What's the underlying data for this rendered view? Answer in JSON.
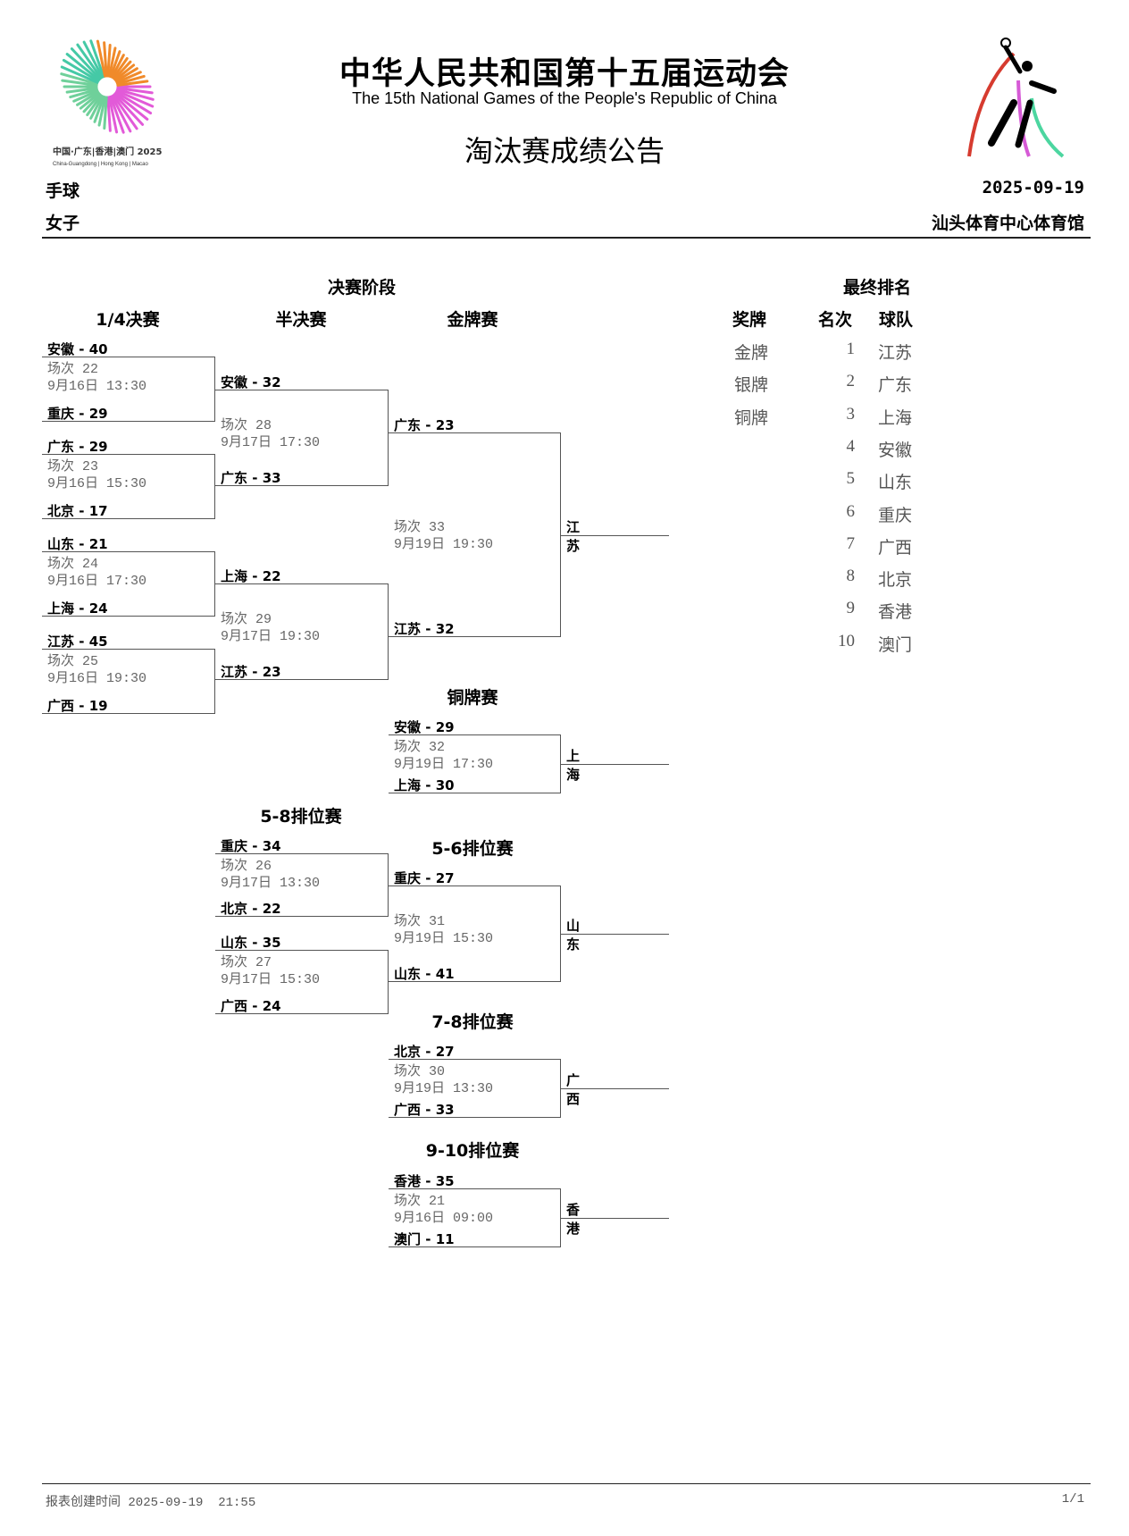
{
  "header": {
    "title_cn": "中华人民共和国第十五届运动会",
    "title_en": "The 15th National Games of the People's Republic of China",
    "doc_title": "淘汰赛成绩公告",
    "sport": "手球",
    "gender": "女子",
    "date": "2025-09-19",
    "venue": "汕头体育中心体育馆",
    "logo_text_cn": "中国·广东|香港|澳门 2025",
    "logo_text_en": "China-Guangdong | Hong Kong | Macao"
  },
  "sections": {
    "finals_stage": "决赛阶段",
    "quarterfinal": "1/4决赛",
    "semifinal": "半决赛",
    "gold": "金牌赛",
    "bronze": "铜牌赛",
    "place58": "5-8排位赛",
    "place56": "5-6排位赛",
    "place78": "7-8排位赛",
    "place910": "9-10排位赛",
    "final_ranking": "最终排名"
  },
  "match_label": "场次",
  "matches": [
    {
      "id": "qf1",
      "top": {
        "team": "安徽",
        "score": "40"
      },
      "bottom": {
        "team": "重庆",
        "score": "29"
      },
      "no": "22",
      "date": "9月16日",
      "time": "13:30"
    },
    {
      "id": "qf2",
      "top": {
        "team": "广东",
        "score": "29"
      },
      "bottom": {
        "team": "北京",
        "score": "17"
      },
      "no": "23",
      "date": "9月16日",
      "time": "15:30"
    },
    {
      "id": "qf3",
      "top": {
        "team": "山东",
        "score": "21"
      },
      "bottom": {
        "team": "上海",
        "score": "24"
      },
      "no": "24",
      "date": "9月16日",
      "time": "17:30"
    },
    {
      "id": "qf4",
      "top": {
        "team": "江苏",
        "score": "45"
      },
      "bottom": {
        "team": "广西",
        "score": "19"
      },
      "no": "25",
      "date": "9月16日",
      "time": "19:30"
    },
    {
      "id": "sf1",
      "top": {
        "team": "安徽",
        "score": "32"
      },
      "bottom": {
        "team": "广东",
        "score": "33"
      },
      "no": "28",
      "date": "9月17日",
      "time": "17:30"
    },
    {
      "id": "sf2",
      "top": {
        "team": "上海",
        "score": "22"
      },
      "bottom": {
        "team": "江苏",
        "score": "23"
      },
      "no": "29",
      "date": "9月17日",
      "time": "19:30"
    },
    {
      "id": "gold",
      "top": {
        "team": "广东",
        "score": "23"
      },
      "bottom": {
        "team": "江苏",
        "score": "32"
      },
      "no": "33",
      "date": "9月19日",
      "time": "19:30",
      "winner": "江苏"
    },
    {
      "id": "bronze",
      "top": {
        "team": "安徽",
        "score": "29"
      },
      "bottom": {
        "team": "上海",
        "score": "30"
      },
      "no": "32",
      "date": "9月19日",
      "time": "17:30",
      "winner": "上海"
    },
    {
      "id": "p58a",
      "top": {
        "team": "重庆",
        "score": "34"
      },
      "bottom": {
        "team": "北京",
        "score": "22"
      },
      "no": "26",
      "date": "9月17日",
      "time": "13:30"
    },
    {
      "id": "p58b",
      "top": {
        "team": "山东",
        "score": "35"
      },
      "bottom": {
        "team": "广西",
        "score": "24"
      },
      "no": "27",
      "date": "9月17日",
      "time": "15:30"
    },
    {
      "id": "p56",
      "top": {
        "team": "重庆",
        "score": "27"
      },
      "bottom": {
        "team": "山东",
        "score": "41"
      },
      "no": "31",
      "date": "9月19日",
      "time": "15:30",
      "winner": "山东"
    },
    {
      "id": "p78",
      "top": {
        "team": "北京",
        "score": "27"
      },
      "bottom": {
        "team": "广西",
        "score": "33"
      },
      "no": "30",
      "date": "9月19日",
      "time": "13:30",
      "winner": "广西"
    },
    {
      "id": "p910",
      "top": {
        "team": "香港",
        "score": "35"
      },
      "bottom": {
        "team": "澳门",
        "score": "11"
      },
      "no": "21",
      "date": "9月16日",
      "time": "09:00",
      "winner": "香港"
    }
  ],
  "ranking": {
    "headers": {
      "medal": "奖牌",
      "rank": "名次",
      "team": "球队"
    },
    "rows": [
      {
        "medal": "金牌",
        "rank": "1",
        "team": "江苏"
      },
      {
        "medal": "银牌",
        "rank": "2",
        "team": "广东"
      },
      {
        "medal": "铜牌",
        "rank": "3",
        "team": "上海"
      },
      {
        "medal": "",
        "rank": "4",
        "team": "安徽"
      },
      {
        "medal": "",
        "rank": "5",
        "team": "山东"
      },
      {
        "medal": "",
        "rank": "6",
        "team": "重庆"
      },
      {
        "medal": "",
        "rank": "7",
        "team": "广西"
      },
      {
        "medal": "",
        "rank": "8",
        "team": "北京"
      },
      {
        "medal": "",
        "rank": "9",
        "team": "香港"
      },
      {
        "medal": "",
        "rank": "10",
        "team": "澳门"
      }
    ]
  },
  "footer": {
    "created_label": "报表创建时间",
    "created": "2025-09-19  21:55",
    "page": "1/1"
  }
}
